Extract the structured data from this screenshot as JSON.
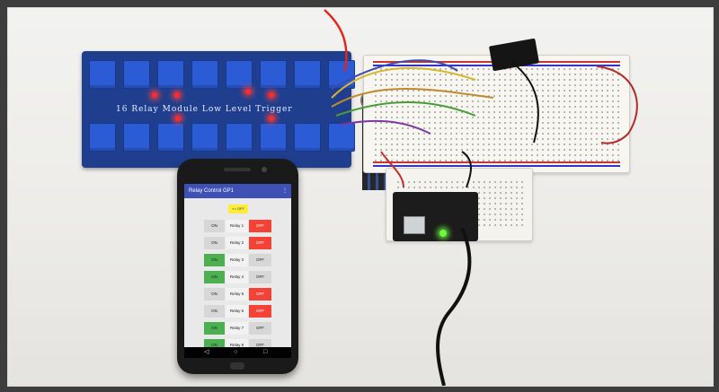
{
  "board": {
    "label": "16 Relay Module  Low Level Trigger"
  },
  "app": {
    "title": "Relay Control GP1",
    "menu_icon": "⋮",
    "all_off_label": "<< OFF",
    "on_label": "ON",
    "off_label": "OFF",
    "relays": [
      {
        "name": "Relay 1",
        "state": "off"
      },
      {
        "name": "Relay 2",
        "state": "off"
      },
      {
        "name": "Relay 3",
        "state": "on"
      },
      {
        "name": "Relay 4",
        "state": "on"
      },
      {
        "name": "Relay 5",
        "state": "off"
      },
      {
        "name": "Relay 6",
        "state": "off"
      },
      {
        "name": "Relay 7",
        "state": "on"
      },
      {
        "name": "Relay 8",
        "state": "on"
      }
    ],
    "colors": {
      "on_active": "#4caf50",
      "off_active": "#f44336",
      "inactive": "#d7d7d7",
      "appbar": "#3f51b5"
    },
    "nav": {
      "back_icon": "◁",
      "home_icon": "○",
      "recents_icon": "□"
    }
  }
}
